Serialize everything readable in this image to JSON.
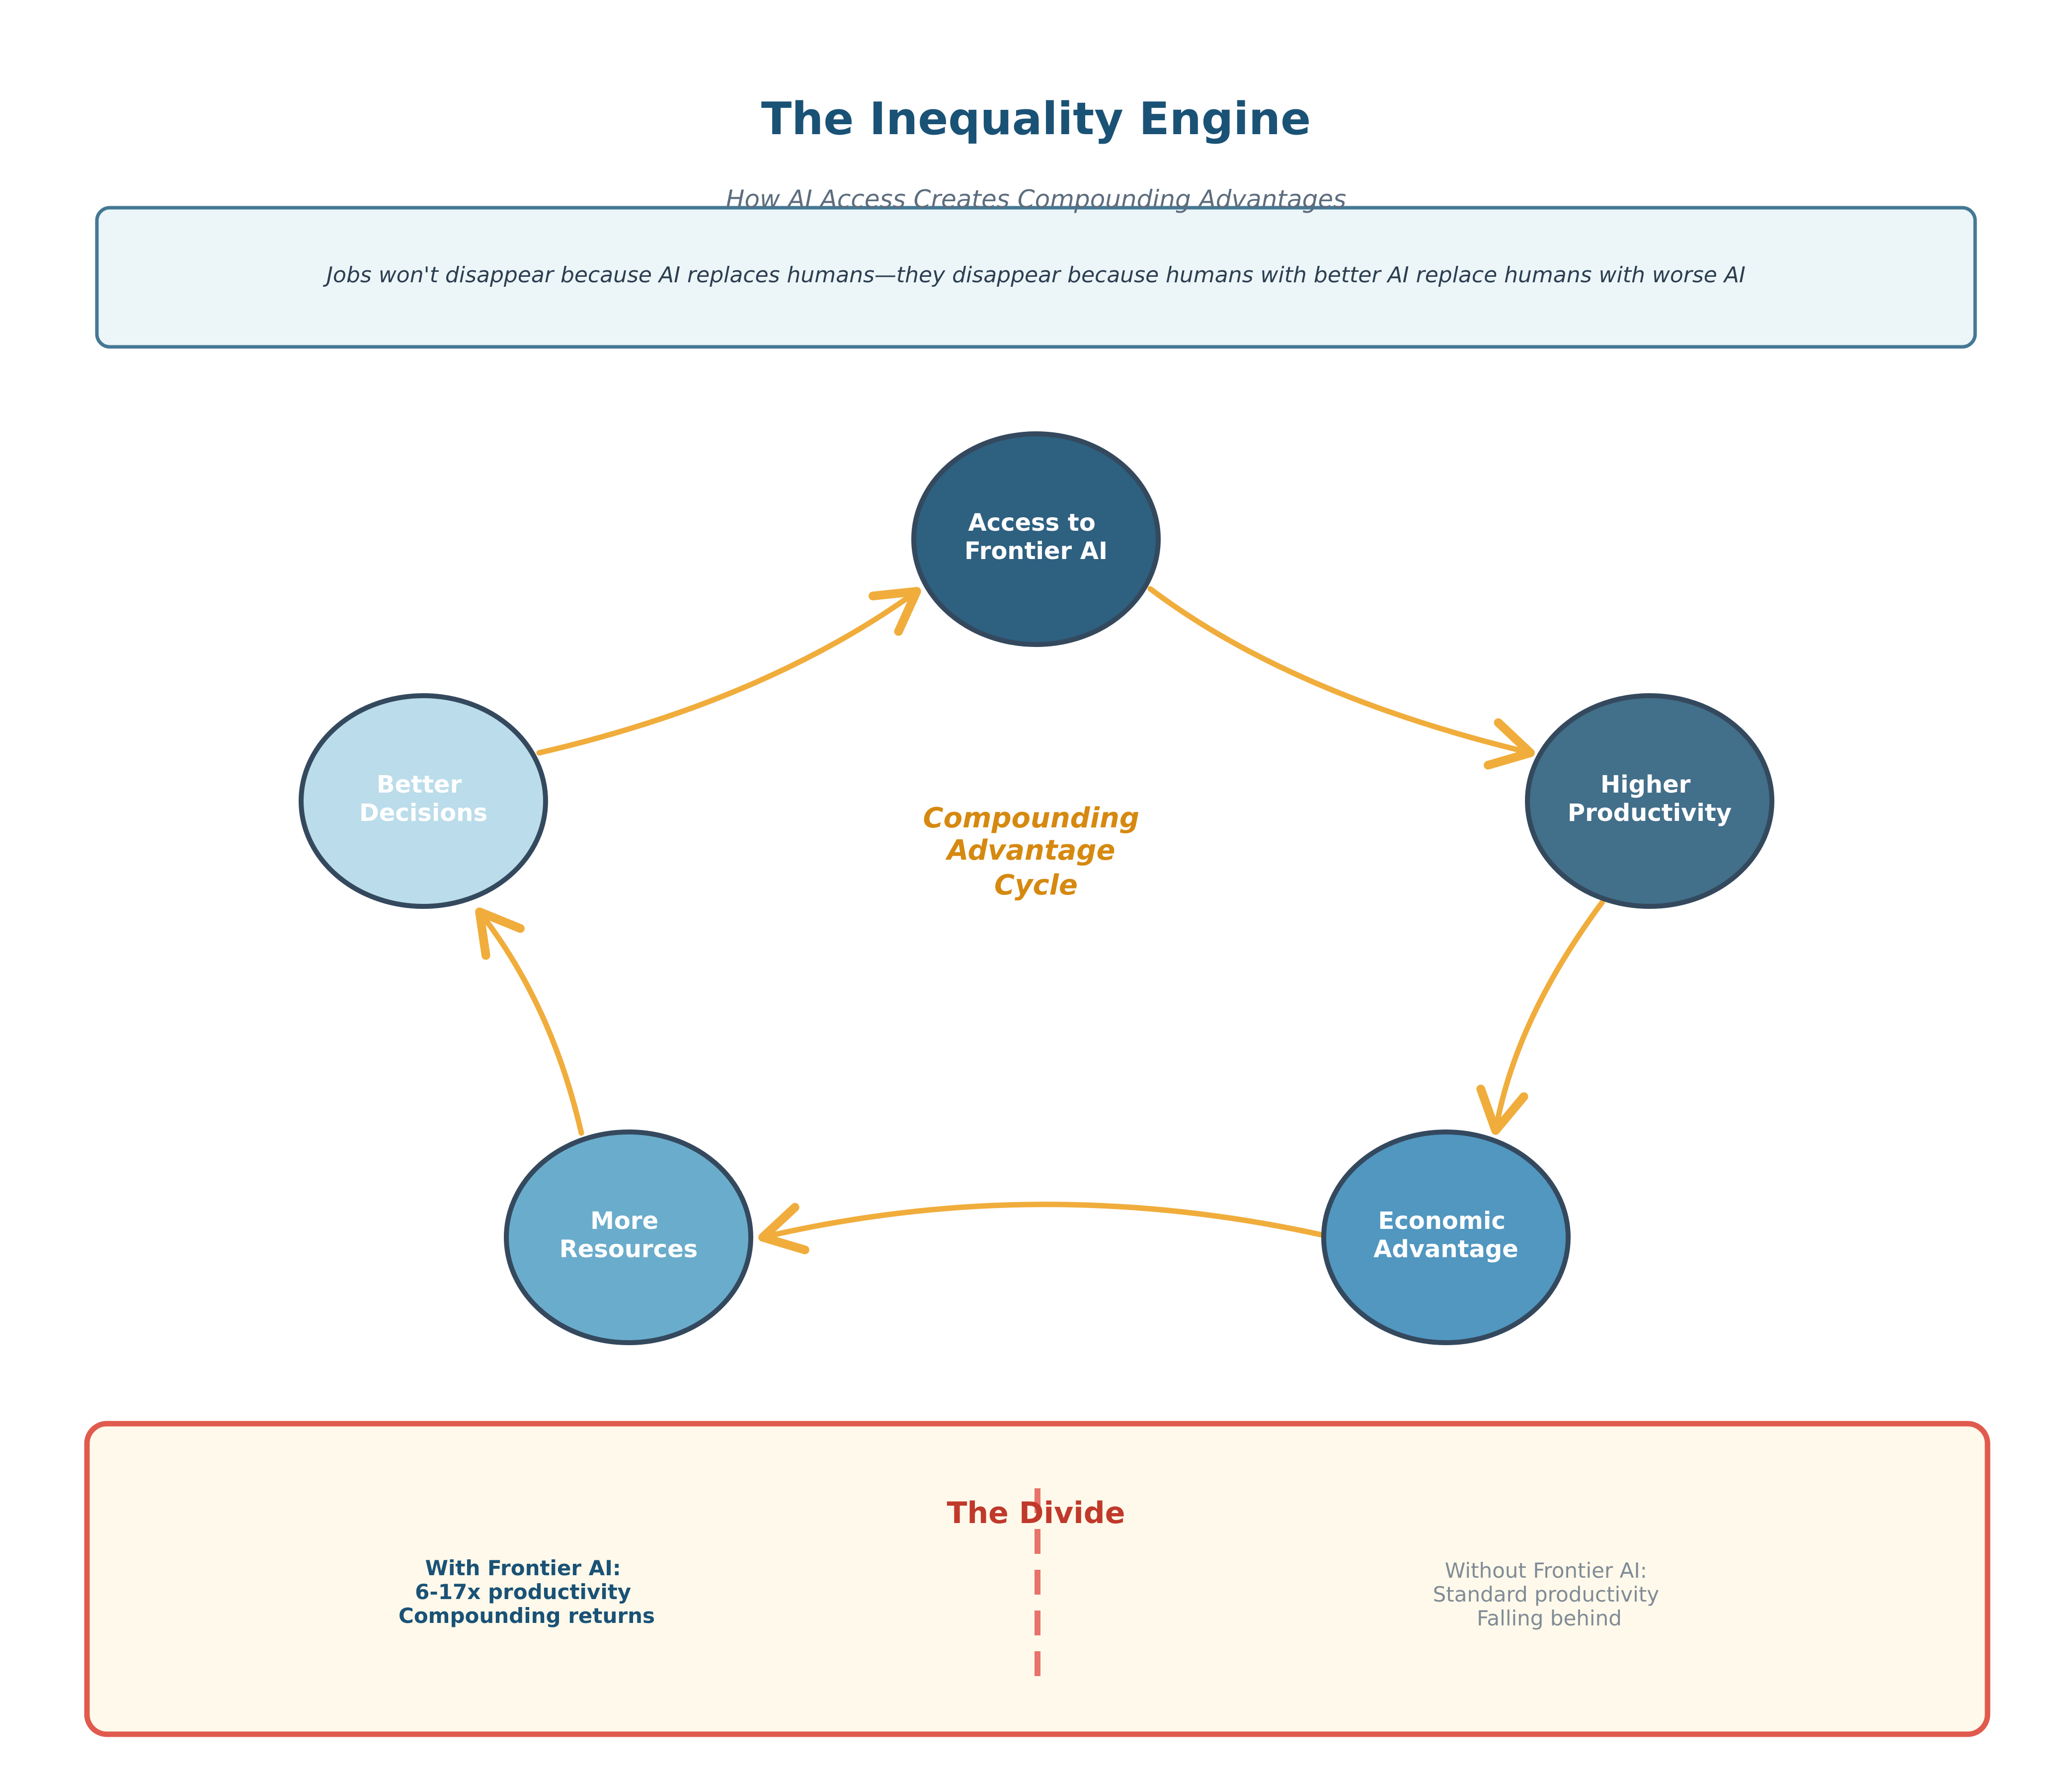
{
  "header": {
    "title": "The Inequality Engine",
    "subtitle": "How AI Access Creates Compounding Advantages"
  },
  "quote": {
    "text": "Jobs won't disappear because AI replaces humans—they disappear because humans with better AI replace humans with worse AI"
  },
  "cycle": {
    "center_label": [
      "Compounding",
      "Advantage",
      "Cycle"
    ],
    "nodes": [
      {
        "id": "access",
        "lines": [
          "Access to",
          "Frontier AI"
        ],
        "fill": "#2e6080"
      },
      {
        "id": "productivity",
        "lines": [
          "Higher",
          "Productivity"
        ],
        "fill": "#426f8a"
      },
      {
        "id": "economic",
        "lines": [
          "Economic",
          "Advantage"
        ],
        "fill": "#5197c0"
      },
      {
        "id": "resources",
        "lines": [
          "More",
          "Resources"
        ],
        "fill": "#6aaccb"
      },
      {
        "id": "decisions",
        "lines": [
          "Better",
          "Decisions"
        ],
        "fill": "#bbdcea"
      }
    ],
    "arrow_color": "#f0ad3c",
    "node_stroke": "#34495e"
  },
  "divide": {
    "title": "The Divide",
    "with_lines": [
      "With Frontier AI:",
      "6-17x productivity",
      "Compounding returns"
    ],
    "without_lines": [
      "Without Frontier AI:",
      "Standard productivity",
      "Falling behind"
    ],
    "border_color": "#e05a4e",
    "fill_color": "#fef9ea"
  }
}
